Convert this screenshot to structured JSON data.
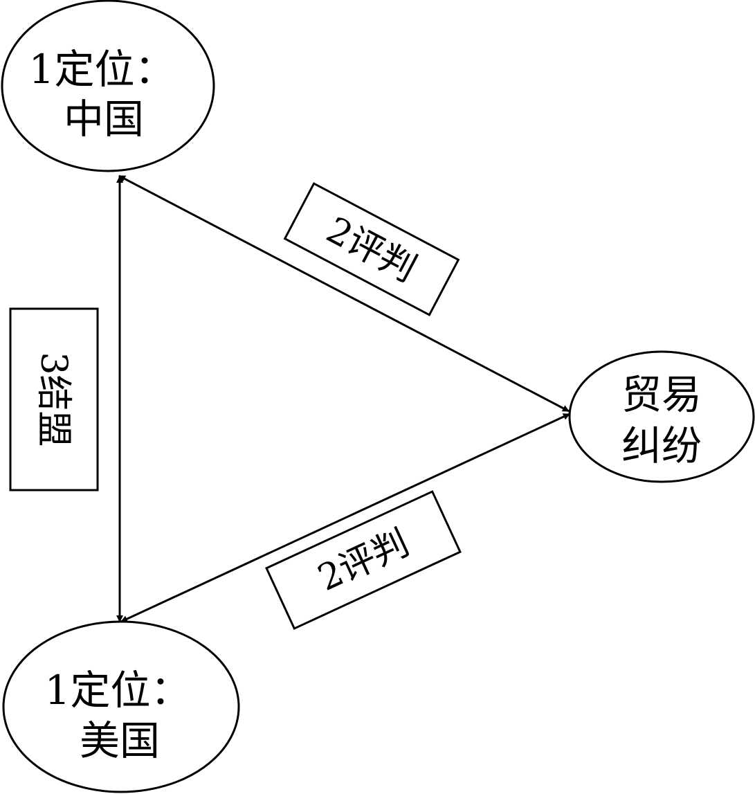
{
  "nodes": {
    "china": {
      "line1": "1定位：",
      "line2": "中国"
    },
    "usa": {
      "line1": "1定位：",
      "line2": "美国"
    },
    "trade": {
      "line1": "贸易",
      "line2": "纠纷"
    }
  },
  "labels": {
    "upper_judge": "2评判",
    "lower_judge": "2评判",
    "alliance": "3结盟"
  },
  "colors": {
    "stroke": "#000000",
    "background": "#ffffff"
  }
}
